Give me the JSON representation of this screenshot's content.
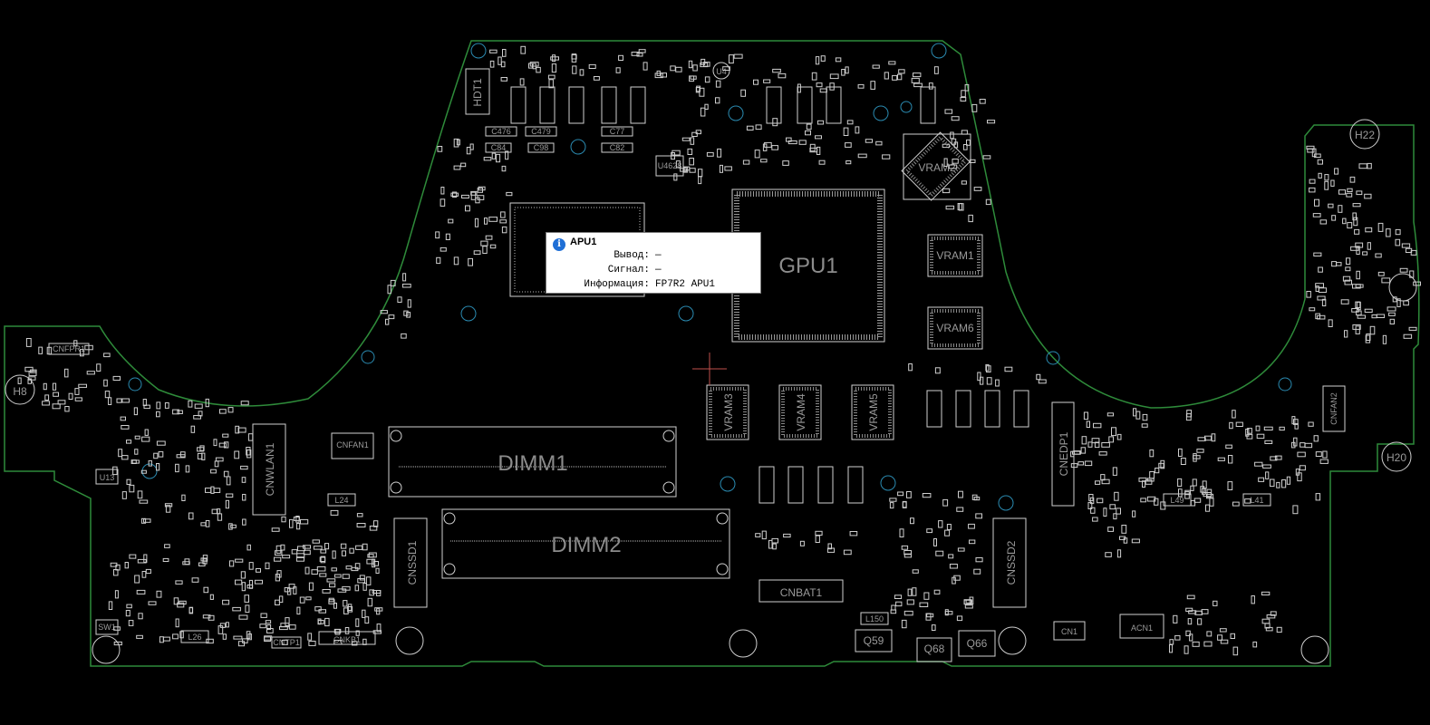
{
  "board": {
    "outline_color": "#2e8b3a",
    "silk_color": "#cfcfcf",
    "label_color": "#9a9a9a",
    "background": "#000000",
    "labels": {
      "gpu": "GPU1",
      "dimm1": "DIMM1",
      "dimm2": "DIMM2",
      "vram1": "VRAM1",
      "vram2": "VRAM2",
      "vram3": "VRAM3",
      "vram4": "VRAM4",
      "vram5": "VRAM5",
      "vram6": "VRAM6",
      "cnssd1": "CNSSD1",
      "cnssd2": "CNSSD2",
      "cnwlan1": "CNWLAN1",
      "cnedp1": "CNEDP1",
      "cnbat1": "CNBAT1",
      "cnkb1": "CNKB1",
      "cnfan1": "CNFAN1",
      "cnfan2": "CNFAN2",
      "cnfpr1": "CNFPR1",
      "acn1": "ACN1",
      "cn1": "CN1",
      "hdt1": "HDT1",
      "h8": "H8",
      "h20": "H20",
      "h22": "H22",
      "u4": "U4",
      "u13": "U13",
      "u4628": "U4628",
      "l24": "L24",
      "l26": "L26",
      "l41": "L41",
      "l49": "L49",
      "l150": "L150",
      "q59": "Q59",
      "q66": "Q66",
      "q68": "Q68",
      "sw1": "SW1",
      "cntp1": "CNTP1",
      "c476": "C476",
      "c479": "C479",
      "c77": "C77",
      "c84": "C84",
      "c98": "C98",
      "c82": "C82"
    }
  },
  "tooltip": {
    "icon": "info-icon",
    "title": "APU1",
    "rows": [
      {
        "key": "Вывод:",
        "value": "—"
      },
      {
        "key": "Сигнал:",
        "value": "—"
      },
      {
        "key": "Информация:",
        "value": "FP7R2 APU1"
      }
    ]
  },
  "cursor": {
    "icon": "crosshair-icon",
    "color": "#c0504d"
  }
}
